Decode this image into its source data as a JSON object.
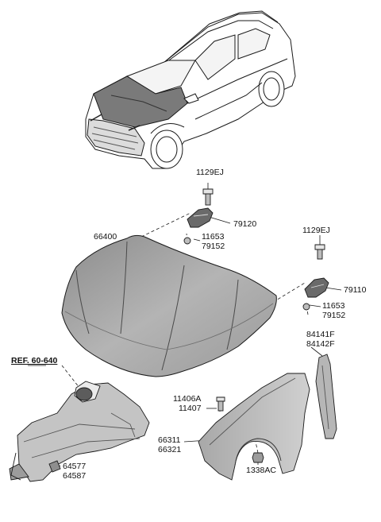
{
  "labels": {
    "top_bolt": "1129EJ",
    "left_hinge": "79120",
    "left_bolt_a": "11653",
    "left_bolt_b": "79152",
    "hood": "66400",
    "right_bolt": "1129EJ",
    "right_hinge": "79110",
    "right_bolt_a": "11653",
    "right_bolt_b": "79152",
    "ref": "REF. 60-640",
    "seal_a": "84141F",
    "seal_b": "84142F",
    "fender_bolt_a": "11406A",
    "fender_bolt_b": "11407",
    "fender_a": "66311",
    "fender_b": "66321",
    "bracket_a": "64577",
    "bracket_b": "64587",
    "nut": "1338AC"
  },
  "colors": {
    "line": "#1a1a1a",
    "hood_fill": "#9a9a9a",
    "panel_fill": "#c8c8c8",
    "dark_fill": "#5c5c5c"
  }
}
